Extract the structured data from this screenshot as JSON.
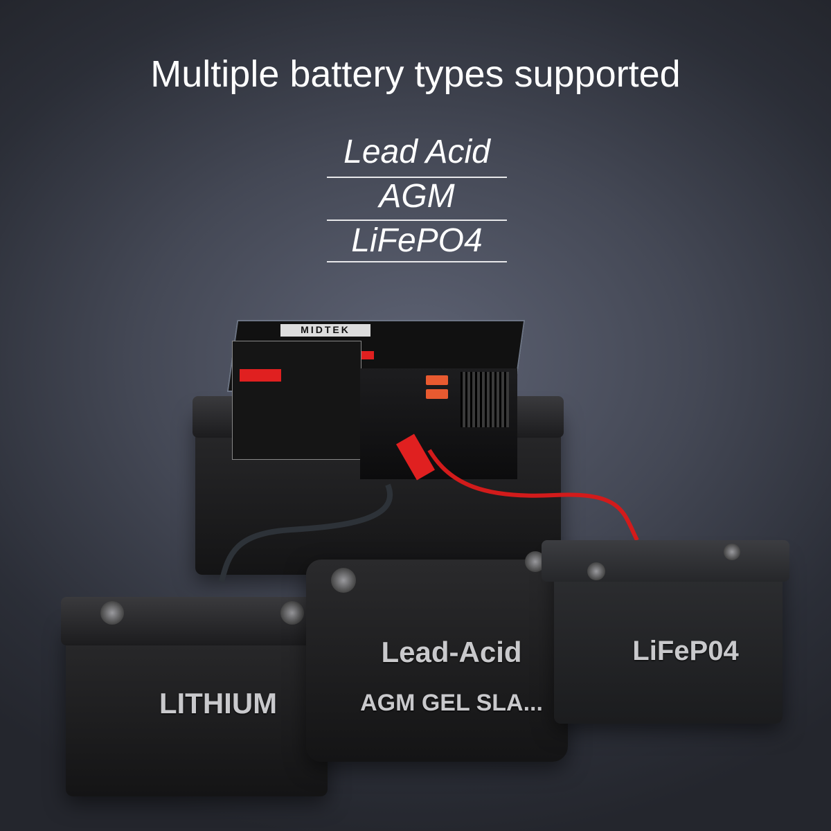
{
  "headline": "Multiple battery types supported",
  "battery_types": [
    "Lead Acid",
    "AGM",
    "LiFePO4"
  ],
  "charger": {
    "brand_logo": "MIDTEK",
    "accent_color": "#e02020"
  },
  "batteries": [
    {
      "label": "LITHIUM"
    },
    {
      "label_line1": "Lead-Acid",
      "label_line2": "AGM GEL SLA..."
    },
    {
      "label": "LiFeP04"
    }
  ]
}
